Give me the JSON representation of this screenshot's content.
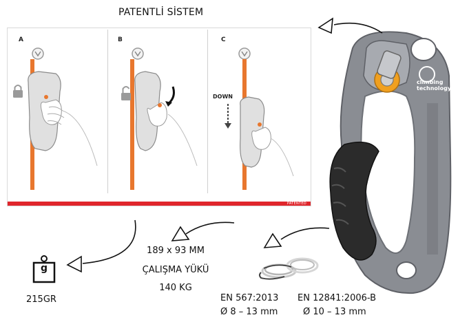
{
  "title": "PATENTLİ SİSTEM",
  "steps": [
    {
      "label": "A"
    },
    {
      "label": "B"
    },
    {
      "label": "C"
    }
  ],
  "down_label": "DOWN",
  "patented_label": "PATENTED",
  "weight": {
    "icon_text": "g",
    "value": "215GR"
  },
  "dimensions": "189 x 93 MM",
  "load_title": "ÇALIŞMA YÜKÜ",
  "load_value": "140 KG",
  "standards": [
    {
      "norm": "EN 567:2013",
      "range": "Ø 8 – 13 mm"
    },
    {
      "norm": "EN 12841:2006-B",
      "range": "Ø 10 – 13 mm"
    }
  ],
  "product": {
    "brand": "climbing technology"
  },
  "icons": [
    "arrow-icon",
    "weight-icon",
    "rope-coil-icon",
    "lock-closed-icon",
    "lock-open-icon",
    "down-arrow-icon"
  ],
  "colors": {
    "rope": "#e8772e",
    "bar": "#e0262c",
    "body": "#8a8d93",
    "grip": "#2b2b2b",
    "cam": "#f0a020"
  }
}
